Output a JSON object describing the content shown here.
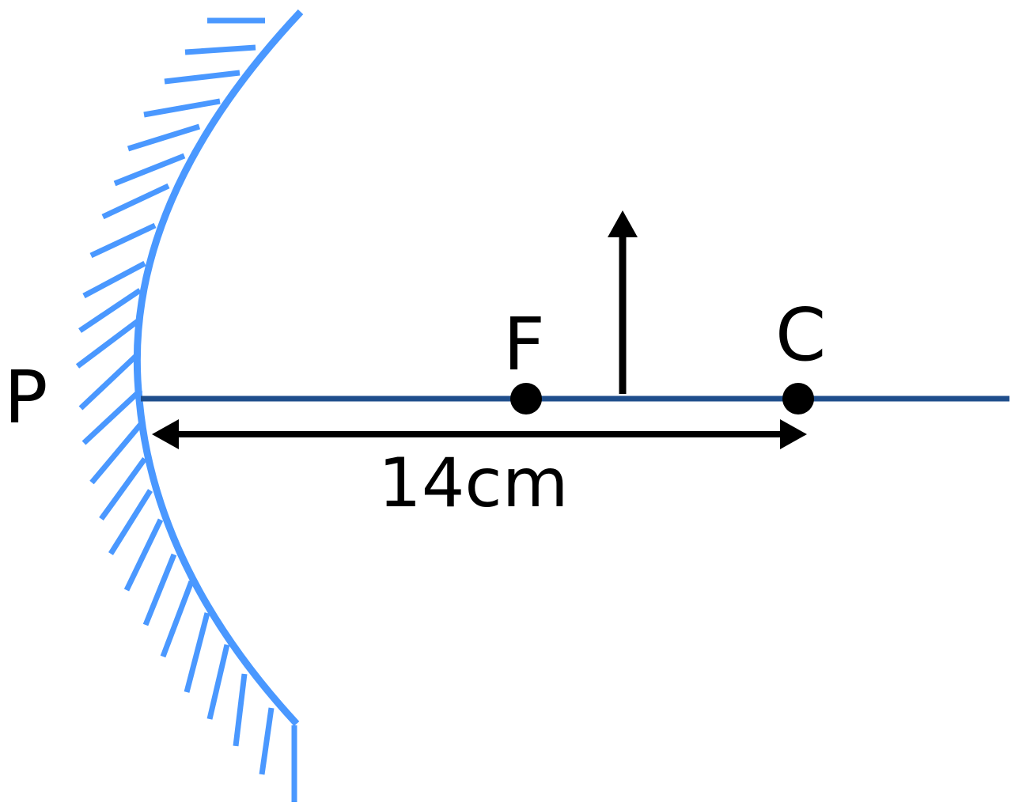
{
  "labels": {
    "pole": "P",
    "focus": "F",
    "centre_of_curvature": "C",
    "distance": "14cm"
  },
  "colors": {
    "mirror": "#4a98ff",
    "principal_axis": "#1f4e8c",
    "ink": "#000000",
    "background": "#ffffff"
  }
}
